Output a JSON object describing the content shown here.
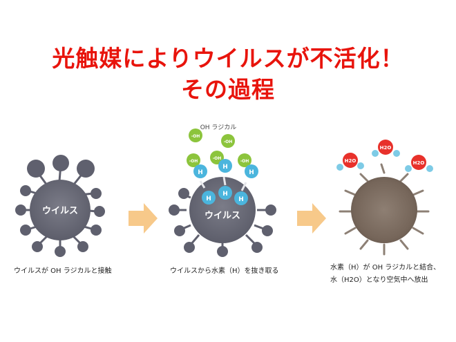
{
  "title": {
    "line1": "光触媒によりウイルスが不活化！",
    "line2": "その過程"
  },
  "stage1": {
    "virus_label": "ウイルス"
  },
  "stage2": {
    "virus_label": "ウイルス",
    "oh_radical_label": "OH ラジカル",
    "oh_tag": "-OH",
    "h_tag": "H"
  },
  "stage3": {
    "h2o_tag": "H2O"
  },
  "captions": {
    "step1": "ウイルスが OH ラジカルと接触",
    "step2": "ウイルスから水素（H）を抜き取る",
    "step3_line1": "水素（H）が OH ラジカルと結合、",
    "step3_line2": "水（H2O）となり空気中へ放出"
  },
  "colors": {
    "title_red": "#e8140c",
    "virus_gray": "#5f606e",
    "virus_inner": "#74757f",
    "spike_gray": "#8a8b95",
    "oh_green": "#8cc43c",
    "h_blue": "#4bb5dd",
    "h2o_red": "#e8312b",
    "dead_virus": "#7a6a5e",
    "arrow_orange": "#f7c98a"
  }
}
